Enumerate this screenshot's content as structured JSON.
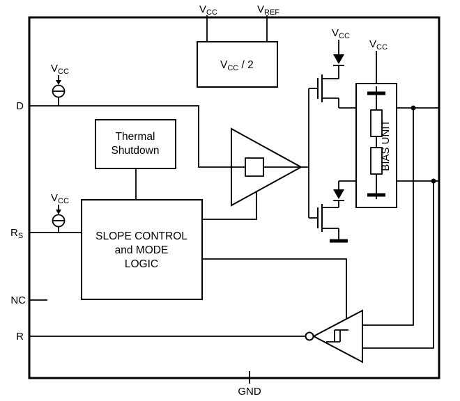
{
  "meta": {
    "background": "#ffffff",
    "ink": "#000000"
  },
  "pins": {
    "vcc_top": {
      "base": "V",
      "sub": "CC"
    },
    "vref_top": {
      "base": "V",
      "sub": "REF"
    },
    "d": {
      "label": "D"
    },
    "rs": {
      "base": "R",
      "sub": "S"
    },
    "nc": {
      "label": "NC"
    },
    "r": {
      "label": "R"
    },
    "gnd": {
      "label": "GND"
    }
  },
  "supplies": {
    "d_pullup": {
      "base": "V",
      "sub": "CC"
    },
    "rs_pullup": {
      "base": "V",
      "sub": "CC"
    },
    "driver_high": {
      "base": "V",
      "sub": "CC"
    },
    "bias": {
      "base": "V",
      "sub": "CC"
    }
  },
  "blocks": {
    "vcc_half": {
      "base": "V",
      "sub": "CC",
      "suffix": " / 2"
    },
    "thermal": {
      "line1": "Thermal",
      "line2": "Shutdown"
    },
    "slope": {
      "line1": "SLOPE CONTROL",
      "line2": "and MODE",
      "line3": "LOGIC"
    },
    "bias_unit": {
      "label": "BIAS UNIT"
    }
  }
}
